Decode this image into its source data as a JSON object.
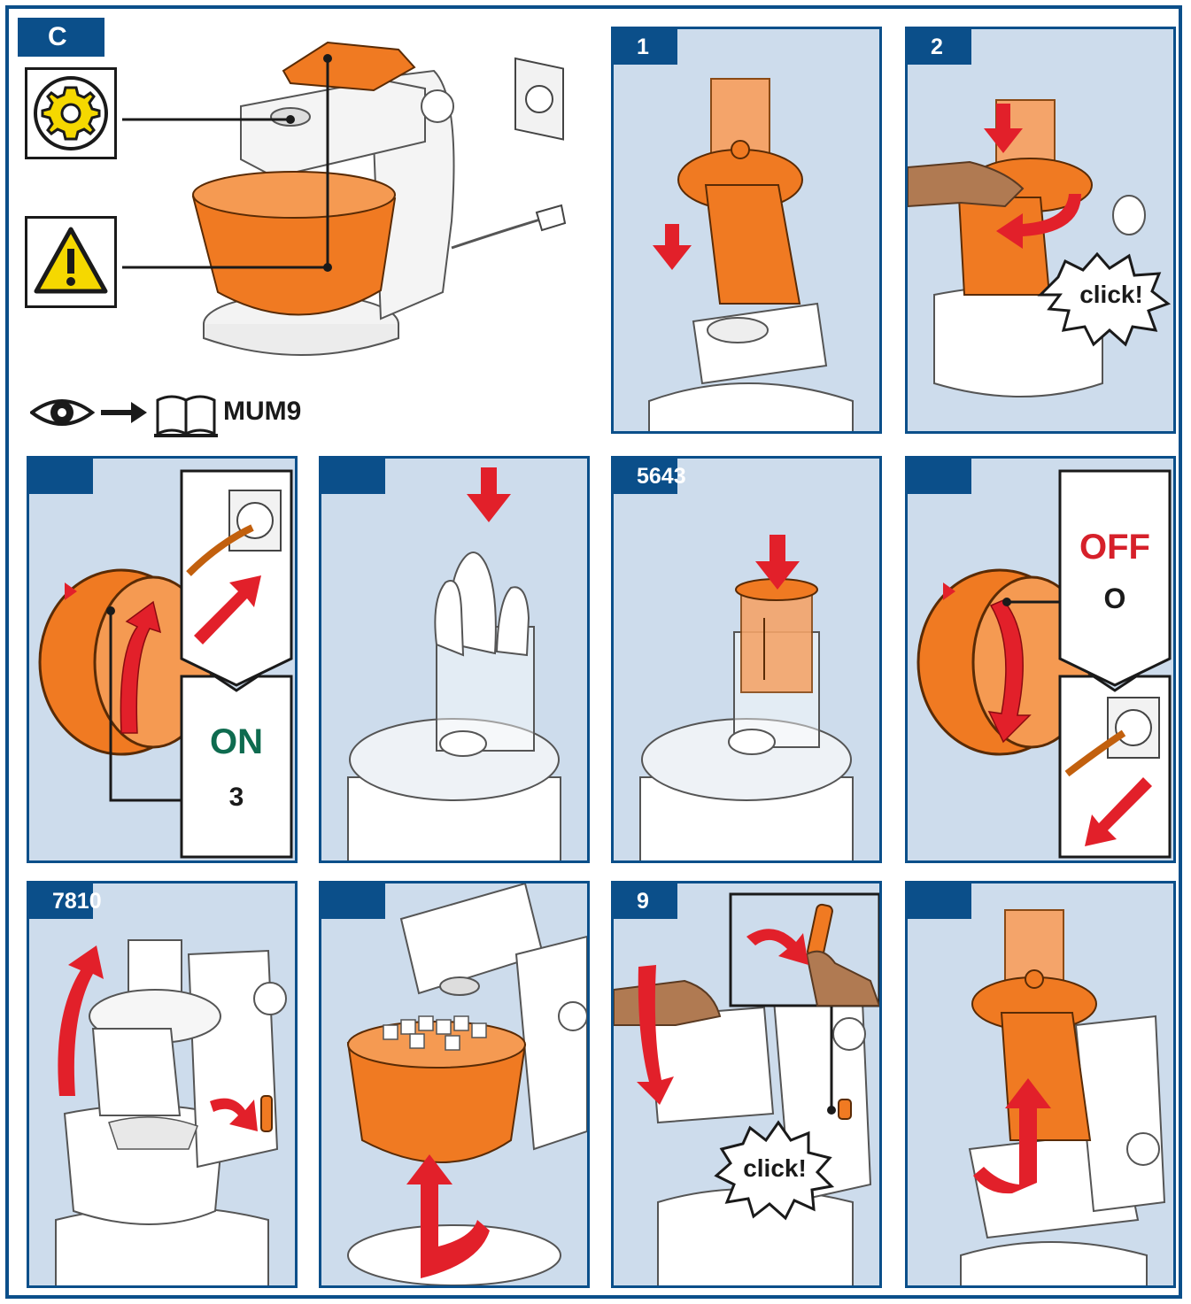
{
  "section": {
    "label": "C"
  },
  "overview": {
    "reference_model": "MUM9"
  },
  "steps": [
    {
      "id": "p1",
      "number": "1"
    },
    {
      "id": "p2",
      "number": "2",
      "sound": "click!"
    },
    {
      "id": "p3",
      "number": "",
      "setting_label": "ON",
      "setting_value": "3"
    },
    {
      "id": "p4",
      "number": ""
    },
    {
      "id": "p5",
      "number": "5643"
    },
    {
      "id": "p6",
      "number": "",
      "setting_label": "OFF",
      "setting_value": "O"
    },
    {
      "id": "p7",
      "number": "7810"
    },
    {
      "id": "p8",
      "number": ""
    },
    {
      "id": "p9",
      "number": "9",
      "sound": "click!"
    },
    {
      "id": "p10",
      "number": ""
    }
  ],
  "colors": {
    "brand_blue": "#0b4f8a",
    "panel_bg": "#cddcec",
    "accessory_orange": "#f07a22",
    "arrow_red": "#e2202a",
    "on_green": "#0e6b4f",
    "off_red": "#d6202a",
    "warning_yellow": "#f5d800"
  }
}
